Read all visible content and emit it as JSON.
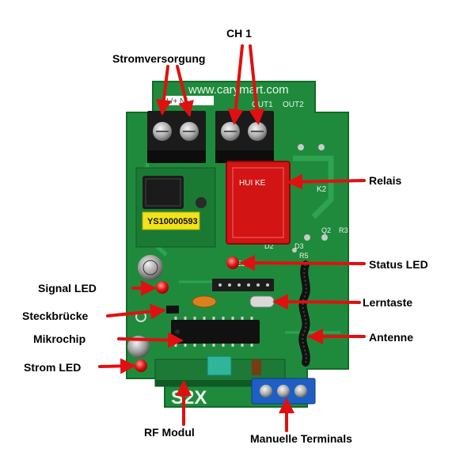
{
  "labels": {
    "ch1": "CH 1",
    "power_supply": "Stromversorgung",
    "relay": "Relais",
    "status_led": "Status LED",
    "signal_led": "Signal LED",
    "learn_button": "Lerntaste",
    "jumper": "Steckbrücke",
    "antenna": "Antenne",
    "microchip": "Mikrochip",
    "power_led": "Strom LED",
    "rf_module": "RF Modul",
    "manual_terminals": "Manuelle Terminals"
  },
  "board_text": {
    "website": "www.carymart.com",
    "terminal_ln": "L/+ N/-",
    "out1": "OUT1",
    "out2": "OUT2",
    "relay_brand": "HUI KE",
    "k2": "K2",
    "sticker": "YS10000593",
    "model": "S2X",
    "led1": "LED1",
    "d2": "D2",
    "d3": "D3",
    "r5": "R5",
    "q2": "Q2",
    "r3": "R3"
  },
  "colors": {
    "pcb": "#1f8a3c",
    "pcb_dark": "#14692c",
    "arrow": "#e01010",
    "terminal_blue": "#1f5fc4",
    "sticker": "#f2e21a"
  }
}
